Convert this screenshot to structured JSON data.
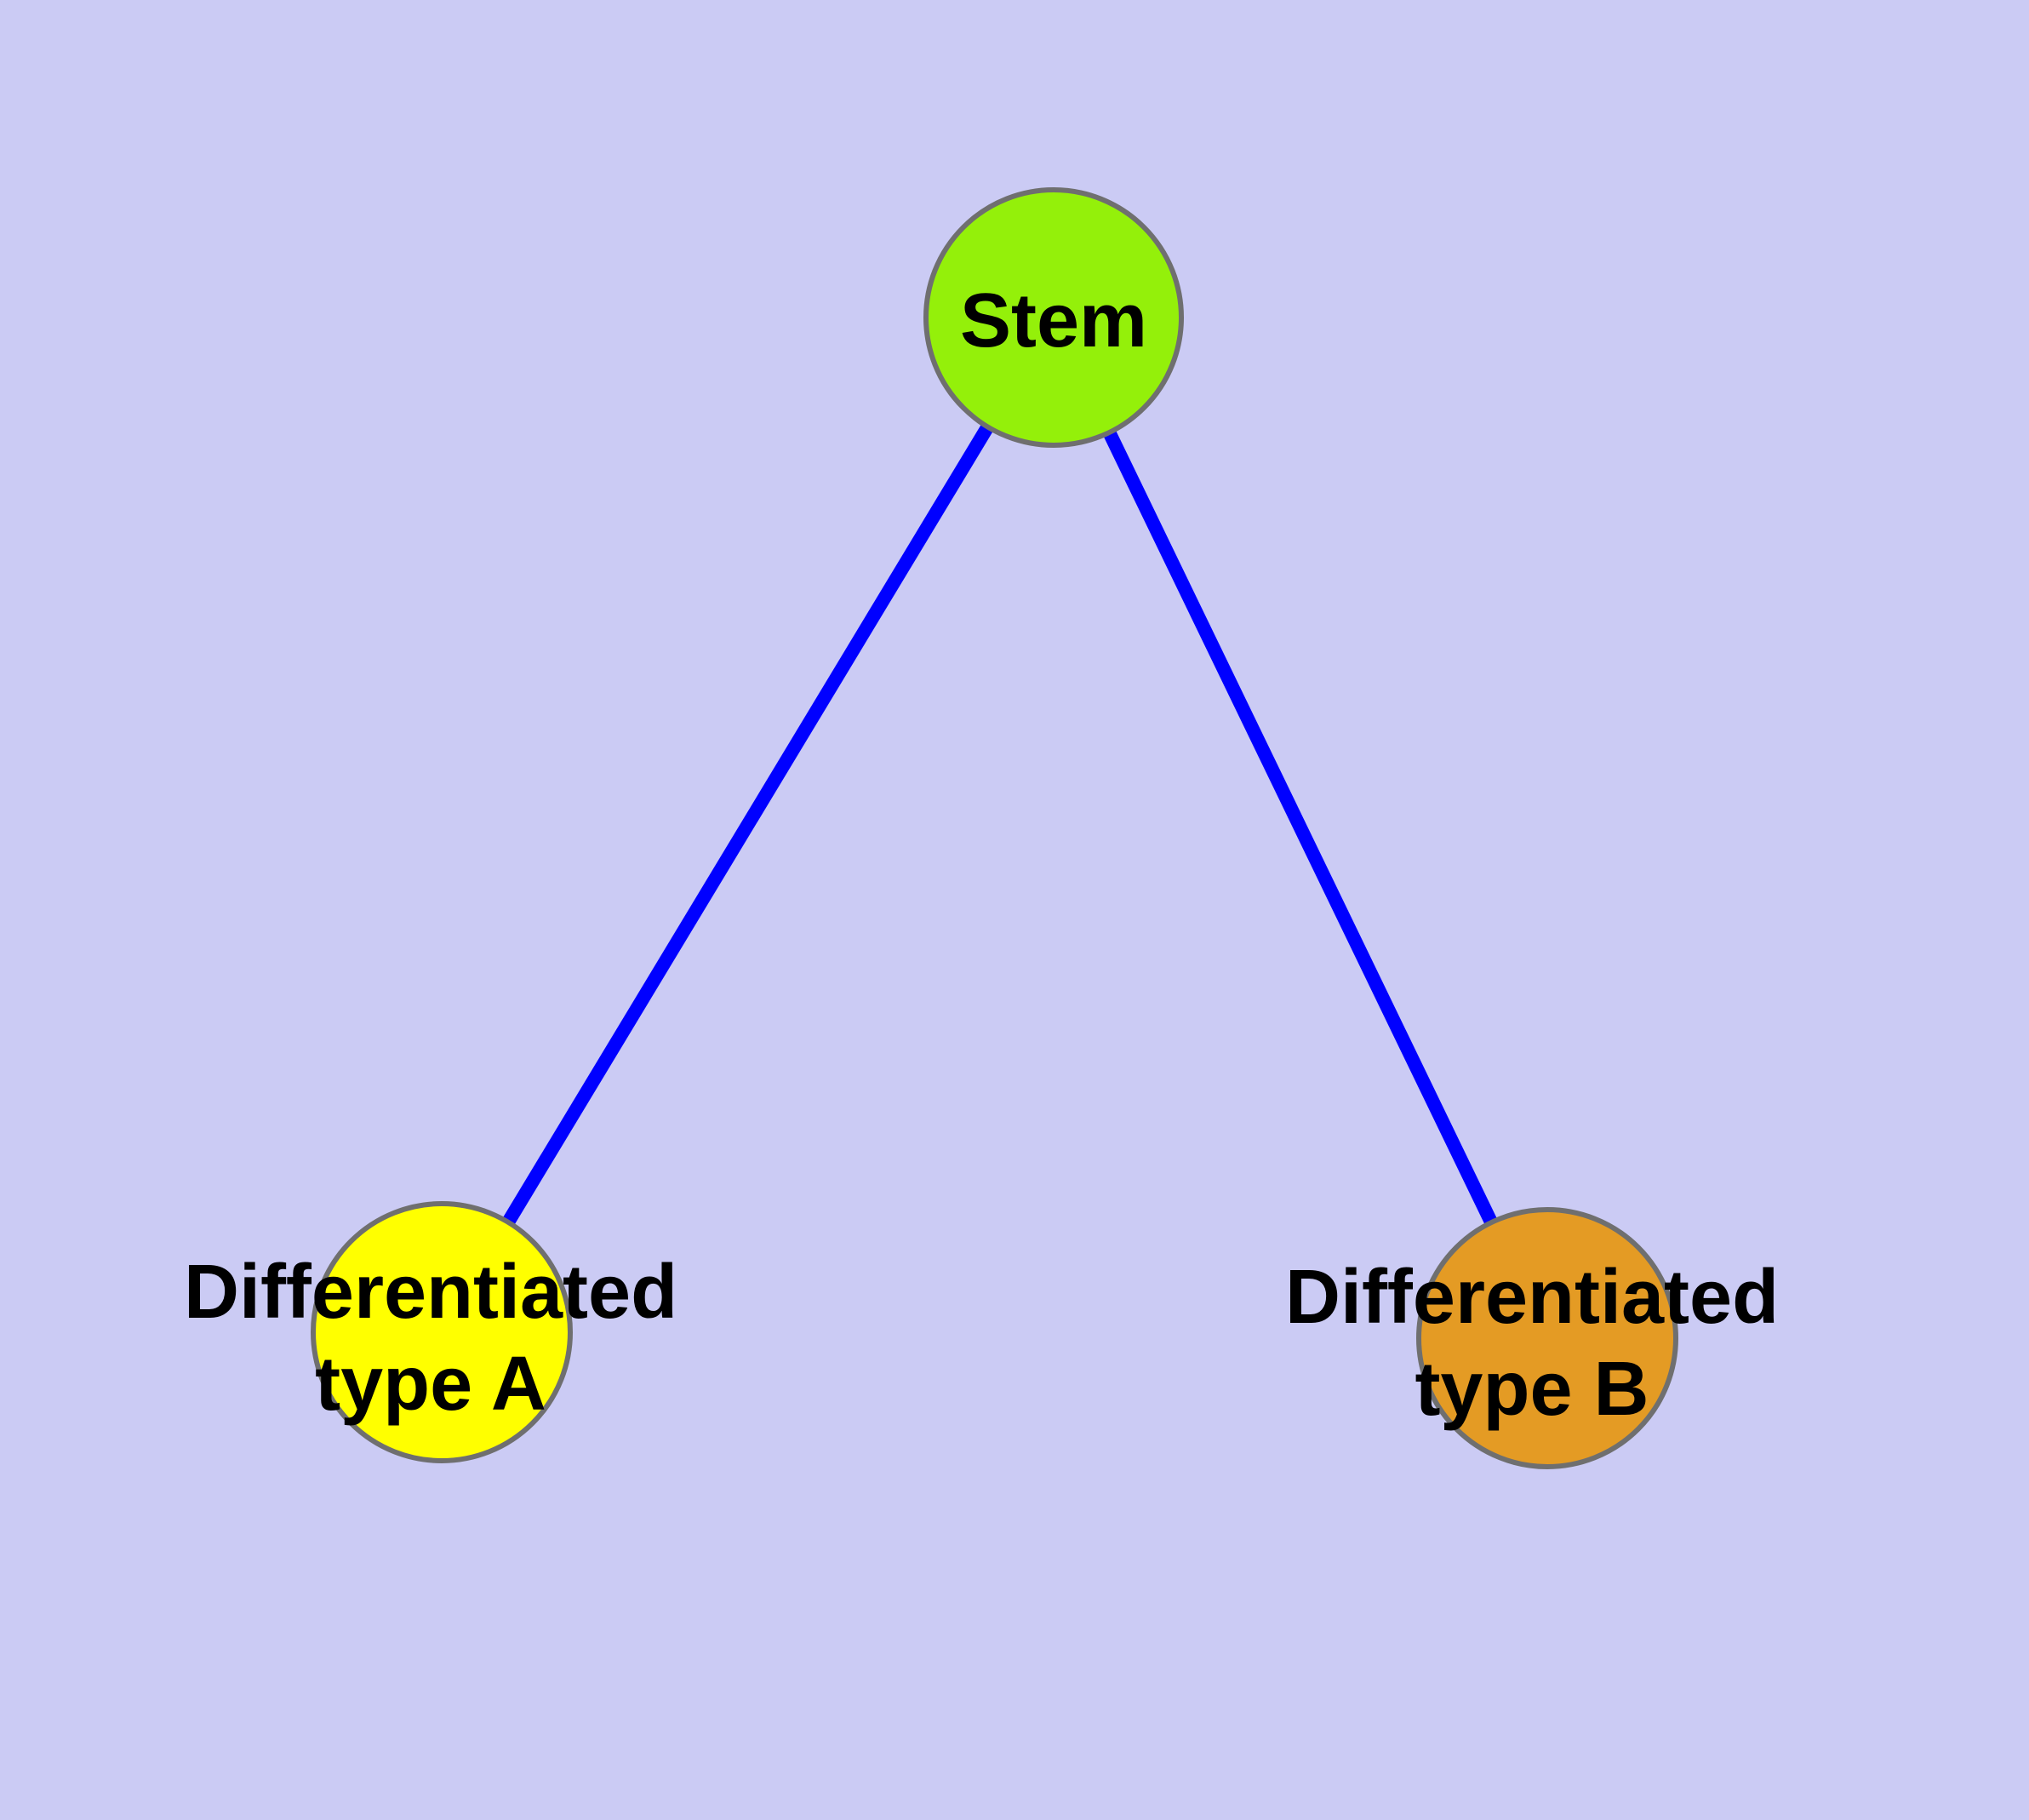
{
  "diagram": {
    "type": "node-link-graph",
    "background_color": "#CBCBF4",
    "edge_color": "#0000FF",
    "node_border_color": "#6F6F6F",
    "label_color": "#000000",
    "nodes": [
      {
        "id": "stem",
        "label": "Stem",
        "color": "#94F00A"
      },
      {
        "id": "typeA",
        "label": "Differentiated\ntype A",
        "color": "#FFFF00"
      },
      {
        "id": "typeB",
        "label": "Differentiated\ntype B",
        "color": "#E49B24"
      }
    ],
    "edges": [
      {
        "from": "stem",
        "to": "typeA"
      },
      {
        "from": "stem",
        "to": "typeB"
      }
    ]
  }
}
